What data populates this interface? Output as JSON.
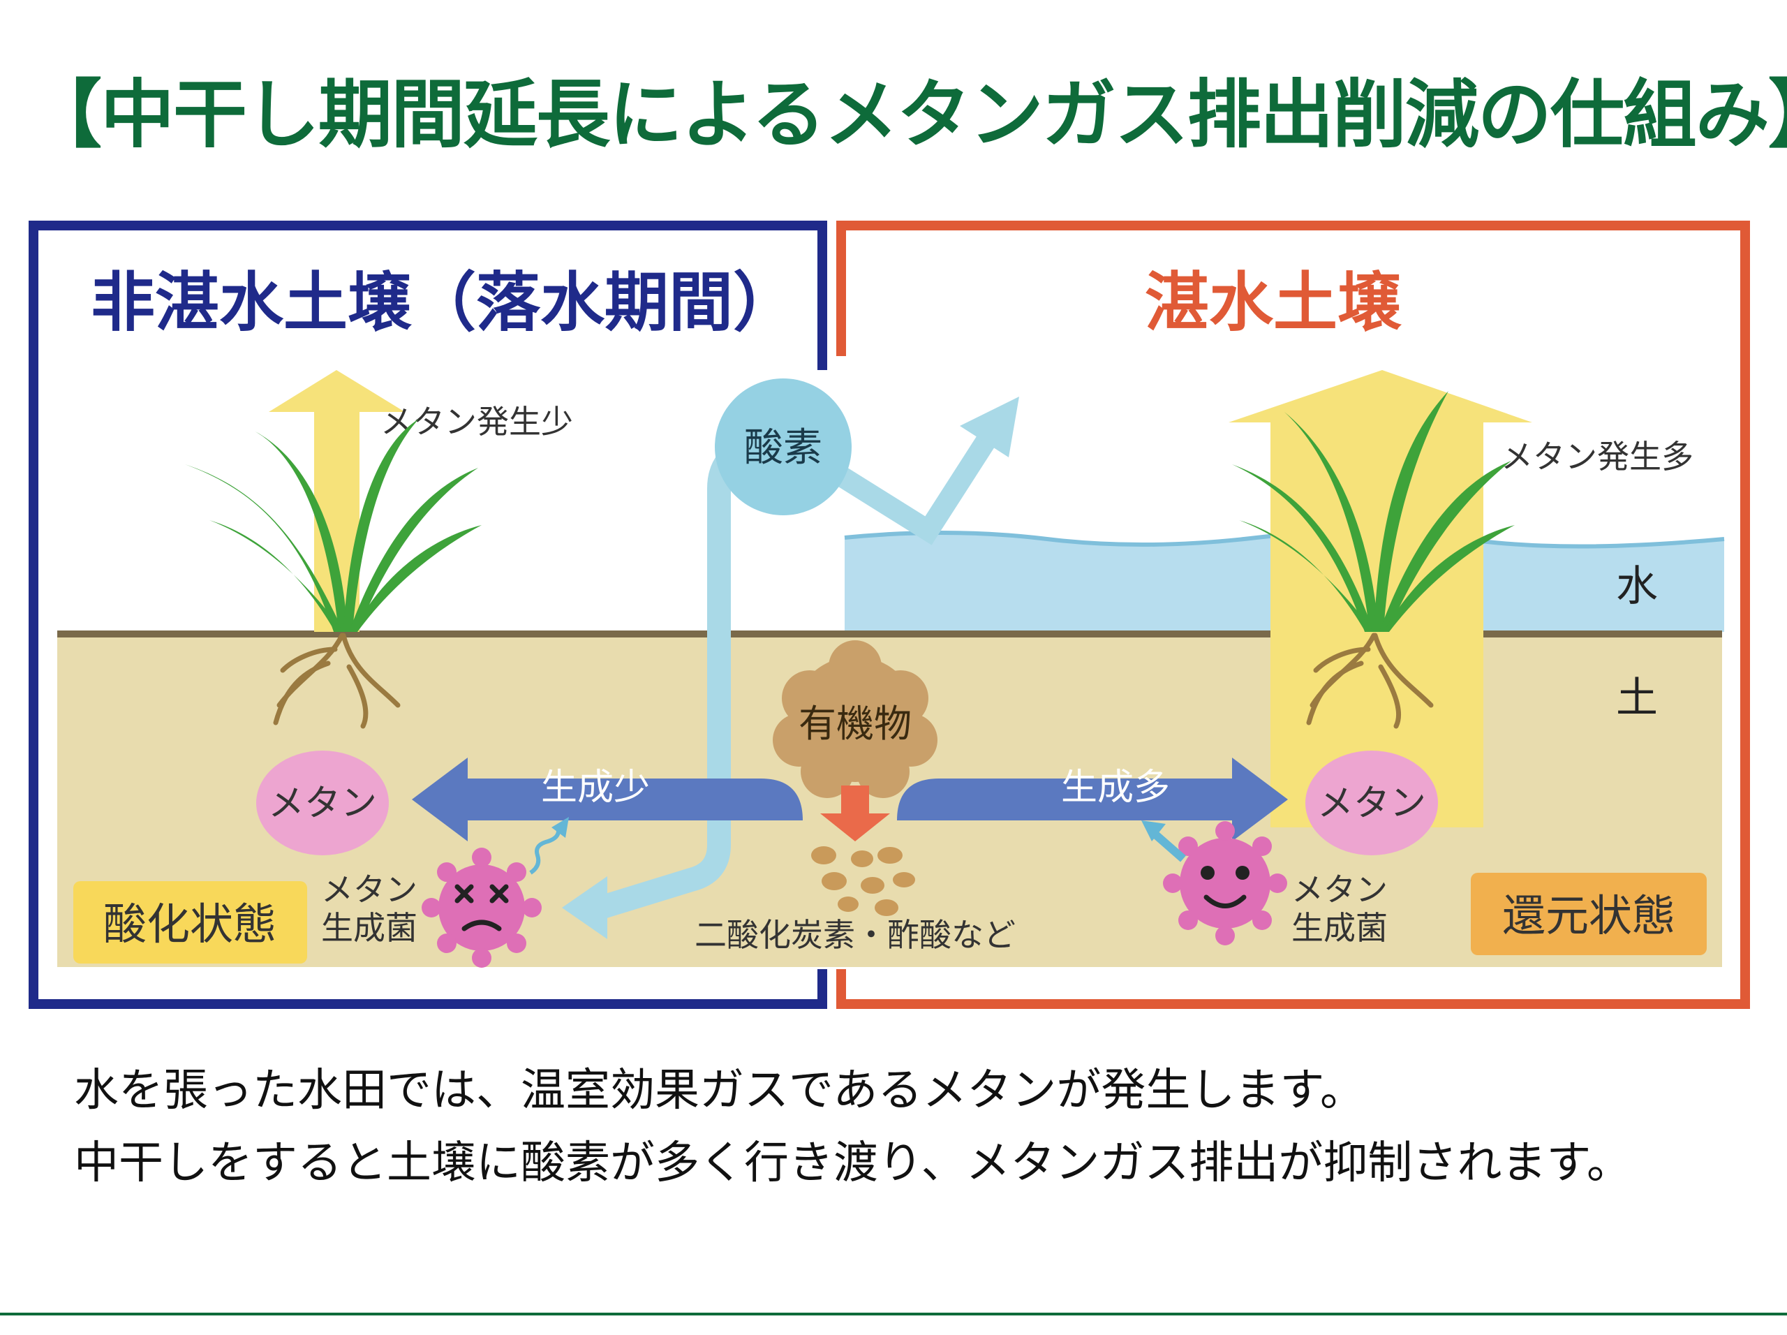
{
  "title": "【中干し期間延長によるメタンガス排出削減の仕組み】",
  "colors": {
    "title": "#0e6b3a",
    "non_flooded_border": "#1f2a8a",
    "flooded_border": "#e05a36",
    "soil": "#e8dcae",
    "water": "#b7ddee",
    "methane_arrow": "#f6e27a",
    "flow_arrow": "#5b79c0",
    "oxygen": "#95d1e3",
    "bacteria": "#de6fb6",
    "methane_bubble": "#eda5d0"
  },
  "diagram": {
    "left_panel_title": "非湛水土壌（落水期間）",
    "right_panel_title": "湛水土壌",
    "methane_low_label": "メタン発生少",
    "methane_high_label": "メタン発生多",
    "oxygen_label": "酸素",
    "water_label": "水",
    "soil_label": "土",
    "organic_label": "有機物",
    "produce_low_label": "生成少",
    "produce_high_label": "生成多",
    "methane_left": "メタン",
    "methane_right": "メタン",
    "bacteria_left_line1": "メタン",
    "bacteria_left_line2": "生成菌",
    "bacteria_right_line1": "メタン",
    "bacteria_right_line2": "生成菌",
    "oxidized_state": "酸化状態",
    "reduced_state": "還元状態",
    "decomposition_label": "二酸化炭素・酢酸など"
  },
  "caption": {
    "line1": "水を張った水田では、温室効果ガスであるメタンが発生します。",
    "line2": "中干しをすると土壌に酸素が多く行き渡り、メタンガス排出が抑制されます。"
  }
}
